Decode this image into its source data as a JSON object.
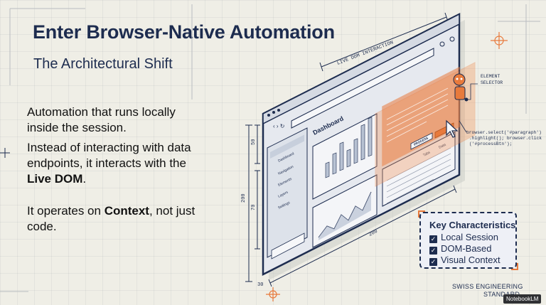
{
  "heading": {
    "title": "Enter Browser-Native Automation",
    "subtitle": "The Architectural Shift"
  },
  "body": {
    "p1": "Automation that runs locally inside the session.",
    "p2_pre": "Instead of interacting with data endpoints, it interacts with the ",
    "p2_bold": "Live DOM",
    "p2_post": ".",
    "p3_pre": "It operates on ",
    "p3_bold": "Context",
    "p3_post": ", not just code."
  },
  "diagram": {
    "top_label": "LIVE DOM INTERACTION",
    "element_selector_label": [
      "ELEMENT",
      "SELECTOR"
    ],
    "code": [
      "browser.select('#paragraph')",
      ".highlight(); browser.click",
      "('#processBtn');"
    ],
    "dashboard_label": "Dashboard",
    "dimensions": {
      "d50": "50",
      "d70": "70",
      "d200_left": "200",
      "d200_bottom": "200",
      "d30": "30"
    },
    "sidebar_items": [
      "Dashboard",
      "Navigation",
      "Elements",
      "Layers",
      "Settings"
    ],
    "process_button": "PROCESS",
    "table_headers": [
      "Tabs",
      "Data"
    ]
  },
  "key": {
    "title": "Key Characteristics",
    "items": [
      "Local Session",
      "DOM-Based",
      "Visual Context"
    ]
  },
  "footer": {
    "line1": "SWISS ENGINEERING",
    "line2": "STANDARD",
    "badge": "NotebookLM"
  },
  "colors": {
    "navy": "#1d2c4f",
    "orange": "#e87a3c",
    "paper": "#efeee6"
  }
}
